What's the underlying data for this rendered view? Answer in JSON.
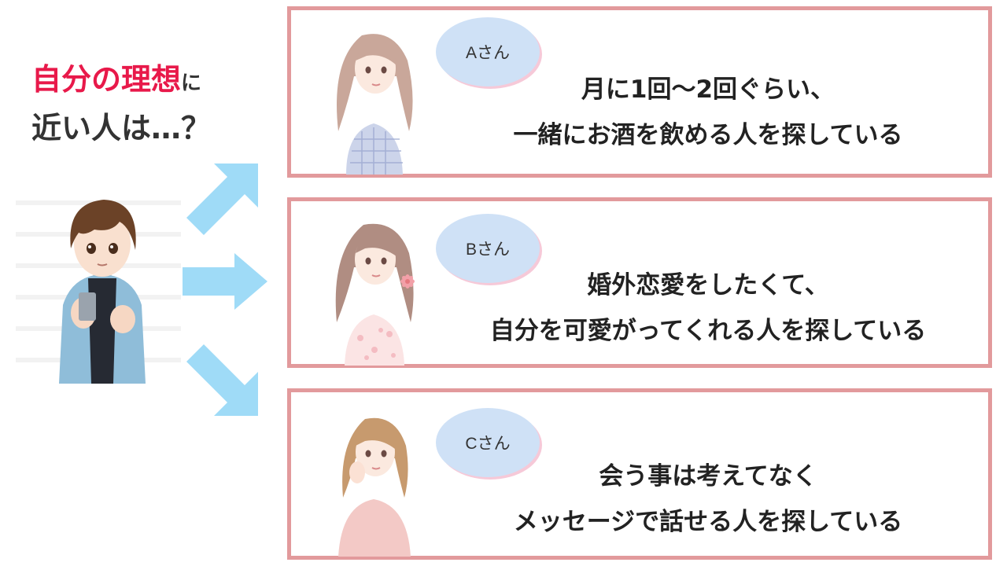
{
  "heading": {
    "highlight": "自分の理想",
    "particle": "に",
    "line2": "近い人は…？",
    "highlight_color": "#e8194a"
  },
  "colors": {
    "card_border": "#e29a9c",
    "bubble_fill": "#cfe1f6",
    "arrow": "#9fdbf7"
  },
  "icons": {
    "person": "man-with-smartphone-illustration",
    "arrow_up": "arrow-up-right-icon",
    "arrow_right": "arrow-right-icon",
    "arrow_down": "arrow-down-right-icon"
  },
  "cards": [
    {
      "label": "Aさん",
      "line1": "月に1回〜2回ぐらい、",
      "line2": "一緒にお酒を飲める人を探している"
    },
    {
      "label": "Bさん",
      "line1": "婚外恋愛をしたくて、",
      "line2": "自分を可愛がってくれる人を探している"
    },
    {
      "label": "Cさん",
      "line1": "会う事は考えてなく",
      "line2": "メッセージで話せる人を探している"
    }
  ]
}
